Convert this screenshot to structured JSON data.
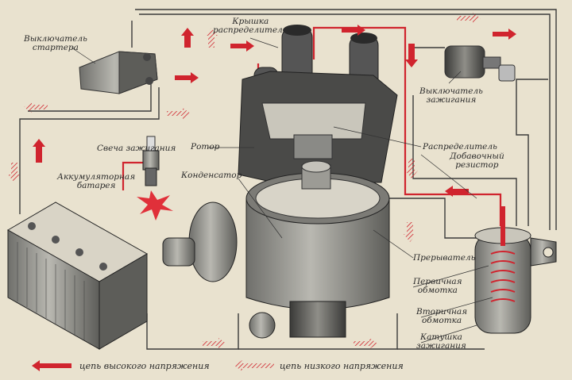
{
  "labels": {
    "starter_switch": "Выключатель\nстартера",
    "distributor_cap": "Крышка\nраспределителя",
    "ignition_switch": "Выключатель\nзажигания",
    "spark_plug": "Свеча зажигания",
    "rotor": "Ротор",
    "distributor": "Распределитель",
    "extra_resistor": "Добавочный\nрезистор",
    "battery": "Аккумуляторная\nбатарея",
    "capacitor": "Конденсатор",
    "breaker": "Прерыватель",
    "primary_winding": "Первичная\nобмотка",
    "secondary_winding": "Вторичная\nобмотка",
    "ignition_coil": "Катушка\nзажигания"
  },
  "legend": {
    "high_voltage": "цепь высокого напряжения",
    "low_voltage": "цепь низкого напряжения"
  },
  "colors": {
    "high_voltage": "#d0242e",
    "low_voltage": "#d0242e",
    "wire": "#3a3a3a",
    "metal": "#8a8a86",
    "paper": "#e9e2cf"
  }
}
